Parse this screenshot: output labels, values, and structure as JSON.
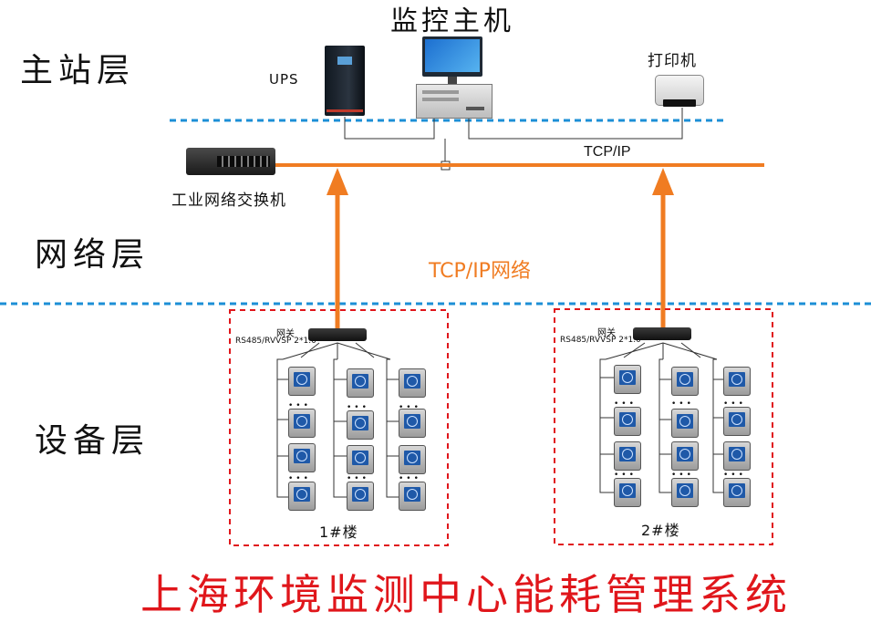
{
  "title": "监控主机",
  "footer_title": "上海环境监测中心能耗管理系统",
  "layers": {
    "master": "主站层",
    "network": "网络层",
    "device": "设备层"
  },
  "devices": {
    "ups": "UPS",
    "printer": "打印机",
    "switch": "工业网络交换机",
    "tcpip": "TCP/IP",
    "tcpip_network": "TCP/IP网络"
  },
  "buildings": [
    {
      "gateway": "网关",
      "bus": "RS485/RVVSP 2*1.0",
      "name": "1#楼"
    },
    {
      "gateway": "网关",
      "bus": "RS485/RVVSP 2*1.0",
      "name": "2#楼"
    }
  ],
  "colors": {
    "orange": "#f07c22",
    "blue_dash": "#1c8fd6",
    "red_dash": "#e0161b",
    "title_red": "#e0161b"
  }
}
